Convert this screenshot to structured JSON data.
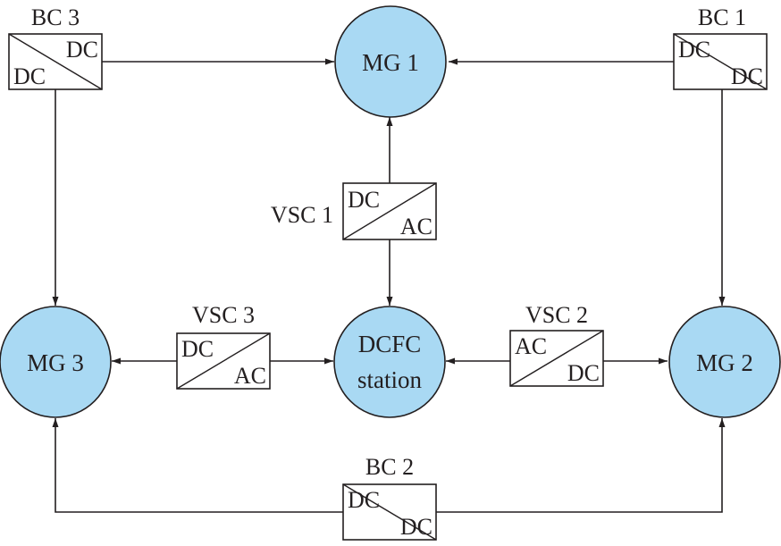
{
  "nodes": {
    "mg1": {
      "label": "MG 1"
    },
    "mg2": {
      "label": "MG 2"
    },
    "mg3": {
      "label": "MG 3"
    },
    "dcfc": {
      "line1": "DCFC",
      "line2": "station"
    }
  },
  "converters": {
    "bc1": {
      "name": "BC 1",
      "top": "DC",
      "bottom": "DC"
    },
    "bc2": {
      "name": "BC 2",
      "top": "DC",
      "bottom": "DC"
    },
    "bc3": {
      "name": "BC 3",
      "top": "DC",
      "bottom": "DC"
    },
    "vsc1": {
      "name": "VSC 1",
      "top": "DC",
      "bottom": "AC"
    },
    "vsc2": {
      "name": "VSC 2",
      "top": "AC",
      "bottom": "DC"
    },
    "vsc3": {
      "name": "VSC 3",
      "top": "DC",
      "bottom": "AC"
    }
  },
  "colors": {
    "node_fill": "#a9d9f3",
    "line": "#231f20"
  }
}
